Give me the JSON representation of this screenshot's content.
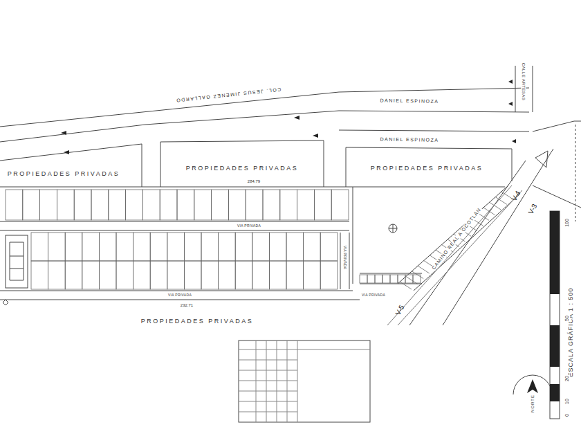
{
  "diagram": {
    "labels": [
      "COL. JESUS JIMENEZ GALLARDO",
      "DANIEL ESPINOZA",
      "DANIEL ESPINOZA",
      "CALLE ARTESAS",
      "PROPIEDADES PRIVADAS",
      "PROPIEDADES PRIVADAS",
      "PROPIEDADES PRIVADAS",
      "PROPIEDADES PRIVADAS",
      "284.79",
      "232.71",
      "VIA PRIVADA",
      "VIA PRIVADA",
      "VIA PRIVADA",
      "VIA PRIVADA",
      "V-3",
      "V-4",
      "V-5",
      "CAMINO REAL A OCOTLÁN",
      "ESCALA GRÁFICA 1 : 500",
      "100",
      "50",
      "20",
      "10",
      "0",
      "NORTE"
    ]
  }
}
